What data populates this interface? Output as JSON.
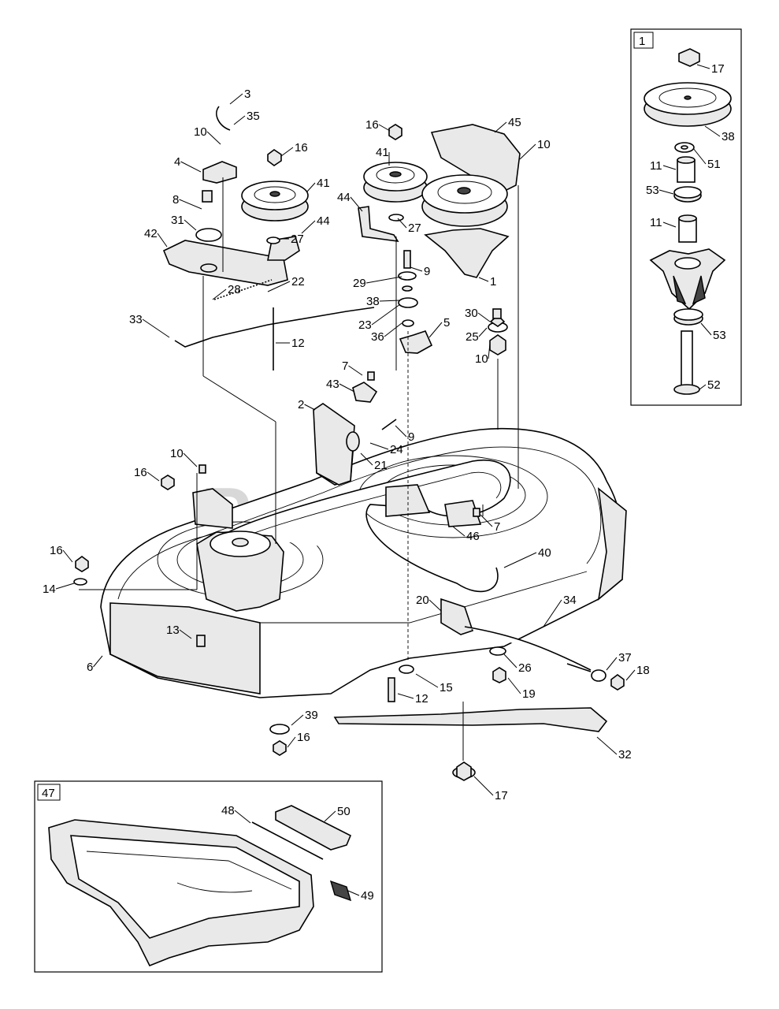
{
  "watermark": "PartsTree",
  "inset_boxes": [
    {
      "id": "box-1",
      "tag": "1"
    },
    {
      "id": "box-47",
      "tag": "47"
    }
  ],
  "callouts": [
    {
      "t": "3"
    },
    {
      "t": "35"
    },
    {
      "t": "10"
    },
    {
      "t": "4"
    },
    {
      "t": "16"
    },
    {
      "t": "41"
    },
    {
      "t": "8"
    },
    {
      "t": "31"
    },
    {
      "t": "27"
    },
    {
      "t": "44"
    },
    {
      "t": "42"
    },
    {
      "t": "28"
    },
    {
      "t": "22"
    },
    {
      "t": "33"
    },
    {
      "t": "12"
    },
    {
      "t": "16"
    },
    {
      "t": "45"
    },
    {
      "t": "41"
    },
    {
      "t": "10"
    },
    {
      "t": "44"
    },
    {
      "t": "27"
    },
    {
      "t": "9"
    },
    {
      "t": "1"
    },
    {
      "t": "29"
    },
    {
      "t": "38"
    },
    {
      "t": "23"
    },
    {
      "t": "5"
    },
    {
      "t": "36"
    },
    {
      "t": "30"
    },
    {
      "t": "25"
    },
    {
      "t": "10"
    },
    {
      "t": "7"
    },
    {
      "t": "43"
    },
    {
      "t": "2"
    },
    {
      "t": "9"
    },
    {
      "t": "24"
    },
    {
      "t": "21"
    },
    {
      "t": "10"
    },
    {
      "t": "16"
    },
    {
      "t": "7"
    },
    {
      "t": "46"
    },
    {
      "t": "40"
    },
    {
      "t": "16"
    },
    {
      "t": "14"
    },
    {
      "t": "20"
    },
    {
      "t": "34"
    },
    {
      "t": "13"
    },
    {
      "t": "6"
    },
    {
      "t": "26"
    },
    {
      "t": "37"
    },
    {
      "t": "18"
    },
    {
      "t": "15"
    },
    {
      "t": "19"
    },
    {
      "t": "12"
    },
    {
      "t": "39"
    },
    {
      "t": "16"
    },
    {
      "t": "32"
    },
    {
      "t": "17"
    },
    {
      "t": "48"
    },
    {
      "t": "50"
    },
    {
      "t": "49"
    },
    {
      "t": "17"
    },
    {
      "t": "38"
    },
    {
      "t": "51"
    },
    {
      "t": "11"
    },
    {
      "t": "53"
    },
    {
      "t": "11"
    },
    {
      "t": "53"
    },
    {
      "t": "52"
    }
  ]
}
